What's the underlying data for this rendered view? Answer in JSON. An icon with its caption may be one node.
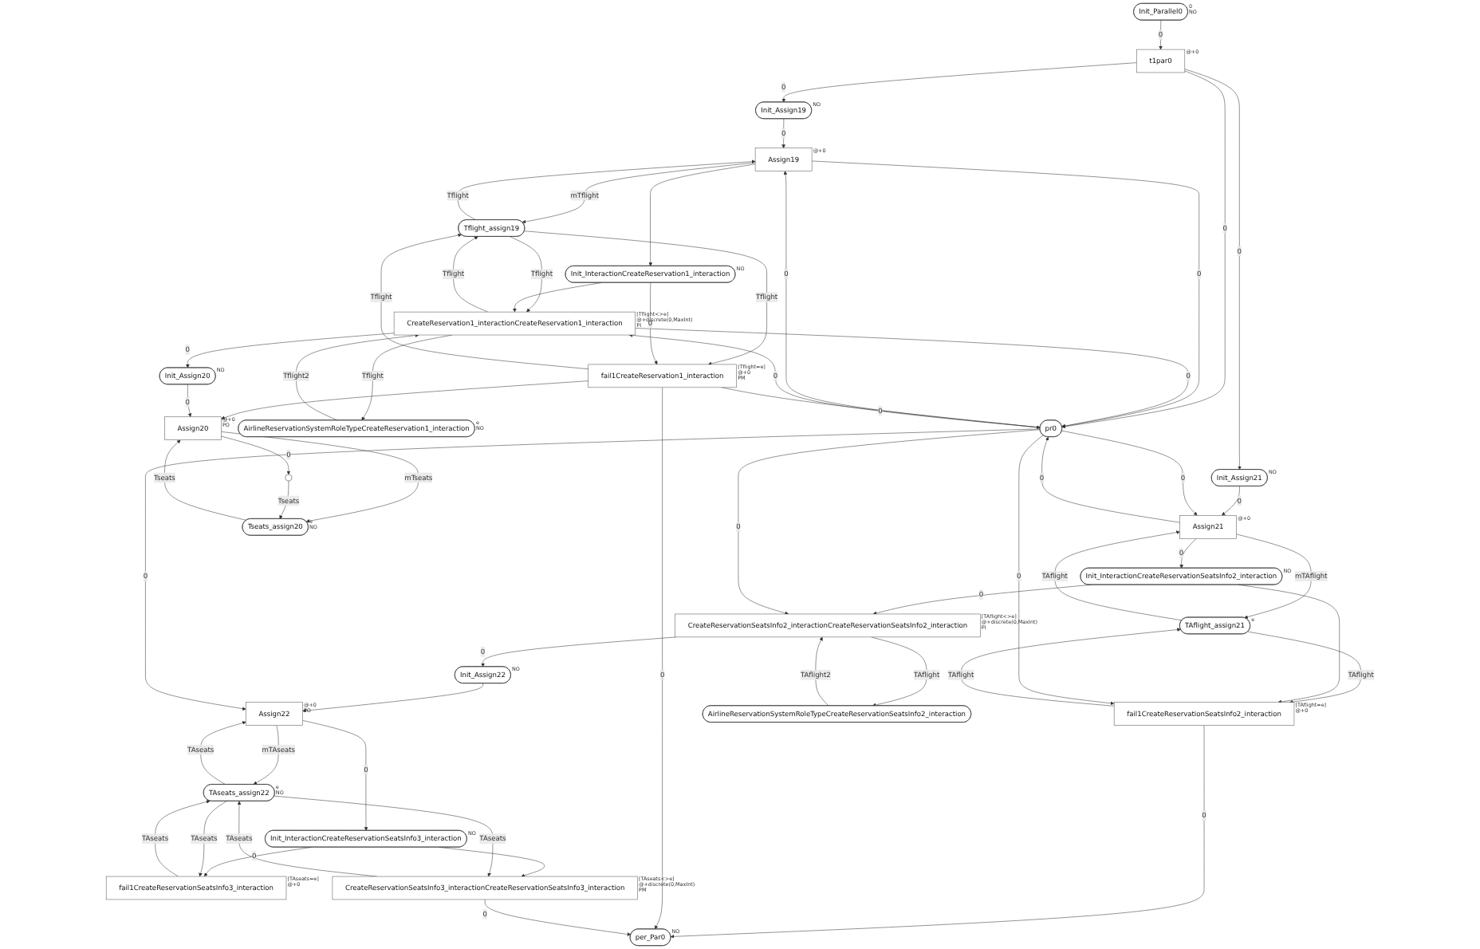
{
  "diagram": {
    "nodes": [
      {
        "text": [
          "Init_Parallel0"
        ],
        "beside": [
          "0",
          "NO"
        ]
      },
      {
        "text": [
          "t1par0"
        ],
        "beside": [
          "@+0"
        ]
      },
      {
        "text": [
          "Init_Assign19"
        ],
        "beside": [
          "NO"
        ]
      },
      {
        "text": [
          "Init_Assign21"
        ],
        "beside": [
          "NO"
        ]
      },
      {
        "text": [
          "Assign19"
        ],
        "beside": [
          "@+0"
        ]
      },
      {
        "text": [
          "Assign21"
        ],
        "beside": [
          "@+0"
        ]
      },
      {
        "text": [
          "Tflight_assign19"
        ]
      },
      {
        "text": [
          "TAflight_assign21"
        ],
        "beside": [
          "e"
        ]
      },
      {
        "text": [
          "Init_InteractionCreateReservation1_interaction"
        ],
        "beside": [
          "NO"
        ]
      },
      {
        "text": [
          "Init_InteractionCreateReservationSeatsInfo2_interaction"
        ],
        "beside": [
          "NO"
        ]
      },
      {
        "text": [
          "pr0"
        ]
      },
      {
        "text": [
          "per_Par0"
        ],
        "beside": [
          "NO"
        ]
      },
      {
        "text": [
          "CreateReservation1_interactionCreateReservation1_interaction"
        ],
        "beside": [
          "[Tflight<>e]",
          "@+discrete(0,MaxInt)",
          "PI"
        ]
      },
      {
        "text": [
          "fail1CreateReservationSeatsInfo2_interaction"
        ],
        "beside": [
          "[TAflight=e]",
          "@+0"
        ]
      },
      {
        "text": [
          "CreateReservationSeatsInfo2_interactionCreateReservationSeatsInfo2_interaction"
        ],
        "beside": [
          "[TAflight<>e]",
          "@+discrete(0,MaxInt)",
          "PI"
        ]
      },
      {
        "text": [
          "Init_Assign22"
        ],
        "beside": [
          "NO"
        ]
      },
      {
        "text": [
          "AirlineReservationSystemRoleTypeCreateReservation1_interaction"
        ],
        "beside": [
          "e",
          "NO"
        ]
      },
      {
        "text": [
          "Assign22"
        ],
        "beside": [
          "@+0",
          "PO"
        ]
      },
      {
        "text": [
          "AirlineReservationSystemRoleTypeCreateReservationSeatsInfo2_interaction"
        ]
      },
      {
        "text": [
          "fail1CreateReservation1_interaction"
        ],
        "beside": [
          "[Tflight=e]",
          "@+0",
          "PM"
        ]
      },
      {
        "text": [
          "Init_Assign20"
        ],
        "beside": [
          "NO"
        ]
      },
      {
        "text": [
          "Init_InteractionCreateReservationSeatsInfo3_interaction"
        ],
        "beside": [
          "NO"
        ]
      },
      {
        "text": [
          "TAseats_assign22"
        ],
        "beside": [
          "e",
          "NO"
        ]
      },
      {
        "text": [
          "Assign20"
        ],
        "beside": [
          "@+0",
          "PO"
        ]
      },
      {
        "text": [
          "Tseats_assign20"
        ],
        "beside": [
          "e",
          "NO"
        ]
      },
      {
        "text": [
          "fail1CreateReservationSeatsInfo3_interaction"
        ],
        "beside": [
          "[TAseats=e]",
          "@+0"
        ]
      },
      {
        "text": [
          "CreateReservationSeatsInfo3_interactionCreateReservationSeatsInfo3_interaction"
        ],
        "beside": [
          "[TAseats<>e]",
          "@+discrete(0,MaxInt)",
          "PM"
        ]
      },
      {
        "text": [],
        "shape": "circle"
      }
    ],
    "edges": [
      {
        "from": 0,
        "to": 1,
        "arrow": "to",
        "label": "0"
      },
      {
        "from": 1,
        "to": 2,
        "arrow": "to",
        "label": "0"
      },
      {
        "from": 1,
        "to": 3,
        "arrow": "to",
        "label": "0"
      },
      {
        "from": 1,
        "to": 10,
        "arrow": "to",
        "label": "0"
      },
      {
        "from": 2,
        "to": 4,
        "arrow": "to",
        "label": "0"
      },
      {
        "from": 3,
        "to": 5,
        "arrow": "to",
        "label": "0"
      },
      {
        "from": 4,
        "to": 6,
        "arrow": "to",
        "label": "mTflight"
      },
      {
        "from": 6,
        "to": 4,
        "arrow": "to",
        "label": "Tflight"
      },
      {
        "from": 4,
        "to": 8,
        "arrow": "to"
      },
      {
        "from": 4,
        "to": 10,
        "arrow": "to",
        "label": "0"
      },
      {
        "from": 10,
        "to": 4,
        "arrow": "to",
        "label": "0"
      },
      {
        "from": 5,
        "to": 7,
        "arrow": "to",
        "label": "mTAflight"
      },
      {
        "from": 7,
        "to": 5,
        "arrow": "to",
        "label": "TAflight"
      },
      {
        "from": 5,
        "to": 10,
        "arrow": "to",
        "label": "0"
      },
      {
        "from": 10,
        "to": 5,
        "arrow": "to",
        "label": "0"
      },
      {
        "from": 5,
        "to": 9,
        "arrow": "to",
        "label": "0"
      },
      {
        "from": 6,
        "to": 12,
        "arrow": "to",
        "label": "Tflight"
      },
      {
        "from": 12,
        "to": 6,
        "arrow": "to",
        "label": "Tflight"
      },
      {
        "from": 6,
        "to": 19,
        "arrow": "to",
        "label": "Tflight"
      },
      {
        "from": 19,
        "to": 6,
        "arrow": "to",
        "label": "Tflight"
      },
      {
        "from": 8,
        "to": 12,
        "arrow": "to"
      },
      {
        "from": 8,
        "to": 19,
        "arrow": "to",
        "label": "0"
      },
      {
        "from": 12,
        "to": 10,
        "arrow": "to",
        "label": "0"
      },
      {
        "from": 10,
        "to": 12,
        "arrow": "to",
        "label": "0"
      },
      {
        "from": 12,
        "to": 16,
        "arrow": "to",
        "label": "Tflight"
      },
      {
        "from": 16,
        "to": 12,
        "arrow": "to",
        "label": "Tflight2"
      },
      {
        "from": 12,
        "to": 20,
        "arrow": "to",
        "label": "0"
      },
      {
        "from": 7,
        "to": 13,
        "arrow": "to",
        "label": "TAflight"
      },
      {
        "from": 13,
        "to": 7,
        "arrow": "to",
        "label": "TAflight"
      },
      {
        "from": 9,
        "to": 13,
        "arrow": "to"
      },
      {
        "from": 9,
        "to": 14,
        "arrow": "to",
        "label": "0"
      },
      {
        "from": 10,
        "to": 13,
        "arrow": "to",
        "label": "0"
      },
      {
        "from": 10,
        "to": 14,
        "arrow": "to",
        "label": "0"
      },
      {
        "from": 13,
        "to": 11,
        "arrow": "to",
        "label": "0"
      },
      {
        "from": 14,
        "to": 15,
        "arrow": "to",
        "label": "0"
      },
      {
        "from": 14,
        "to": 18,
        "arrow": "to",
        "label": "TAflight"
      },
      {
        "from": 18,
        "to": 14,
        "arrow": "to",
        "label": "TAflight2"
      },
      {
        "from": 15,
        "to": 17,
        "arrow": "to"
      },
      {
        "from": 17,
        "to": 22,
        "arrow": "to",
        "label": "mTAseats"
      },
      {
        "from": 22,
        "to": 17,
        "arrow": "to",
        "label": "TAseats"
      },
      {
        "from": 17,
        "to": 21,
        "arrow": "to",
        "label": "0"
      },
      {
        "from": 10,
        "to": 17,
        "arrow": "to",
        "label": "0"
      },
      {
        "from": 19,
        "to": 11,
        "arrow": "to",
        "label": "0"
      },
      {
        "from": 19,
        "to": 23,
        "arrow": "to"
      },
      {
        "from": 19,
        "to": 10,
        "arrow": "to",
        "label": "0"
      },
      {
        "from": 20,
        "to": 23,
        "arrow": "to",
        "label": "0"
      },
      {
        "from": 21,
        "to": 26,
        "arrow": "to"
      },
      {
        "from": 21,
        "to": 25,
        "arrow": "to",
        "label": "0"
      },
      {
        "from": 22,
        "to": 26,
        "arrow": "to",
        "label": "TAseats"
      },
      {
        "from": 26,
        "to": 22,
        "arrow": "to",
        "label": "TAseats"
      },
      {
        "from": 22,
        "to": 25,
        "arrow": "to",
        "label": "TAseats"
      },
      {
        "from": 25,
        "to": 22,
        "arrow": "to",
        "label": "TAseats"
      },
      {
        "from": 23,
        "to": 24,
        "arrow": "to",
        "label": "mTseats"
      },
      {
        "from": 24,
        "to": 23,
        "arrow": "to",
        "label": "Tseats"
      },
      {
        "from": 23,
        "to": 27,
        "arrow": "to",
        "label": "0"
      },
      {
        "from": 27,
        "to": 24,
        "arrow": "to",
        "label": "Tseats"
      },
      {
        "from": 26,
        "to": 11,
        "arrow": "to",
        "label": "0"
      }
    ]
  }
}
